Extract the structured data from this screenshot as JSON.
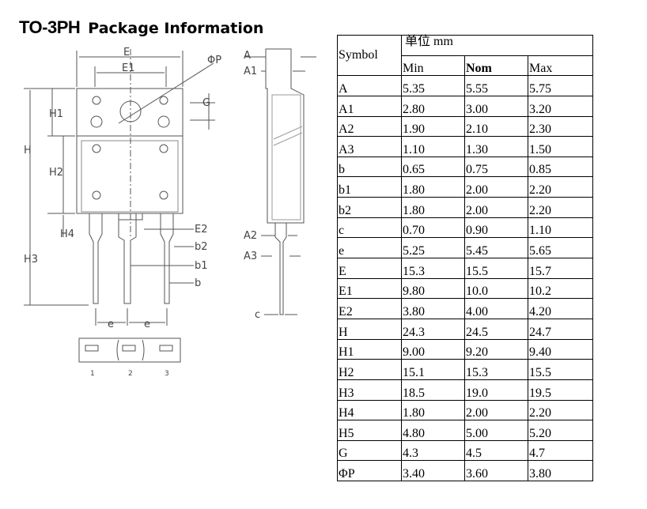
{
  "title": {
    "package": "TO-3PH",
    "heading": "Package Information"
  },
  "drawing": {
    "front_labels": [
      "E",
      "E1",
      "ΦP",
      "G",
      "H1",
      "H",
      "H2",
      "H4",
      "H3",
      "E2",
      "b2",
      "b1",
      "b",
      "e",
      "e"
    ],
    "side_labels": [
      "A",
      "A1",
      "A2",
      "A3",
      "c"
    ],
    "pin_numbers": [
      "1",
      "2",
      "3"
    ]
  },
  "table": {
    "symbol_header": "Symbol",
    "unit_header": "单位  mm",
    "columns": [
      "Min",
      "Nom",
      "Max"
    ],
    "rows": [
      {
        "symbol": "A",
        "min": "5.35",
        "nom": "5.55",
        "max": "5.75"
      },
      {
        "symbol": "A1",
        "min": "2.80",
        "nom": "3.00",
        "max": "3.20"
      },
      {
        "symbol": "A2",
        "min": "1.90",
        "nom": "2.10",
        "max": "2.30"
      },
      {
        "symbol": "A3",
        "min": "1.10",
        "nom": "1.30",
        "max": "1.50"
      },
      {
        "symbol": "b",
        "min": "0.65",
        "nom": "0.75",
        "max": "0.85"
      },
      {
        "symbol": "b1",
        "min": "1.80",
        "nom": "2.00",
        "max": "2.20"
      },
      {
        "symbol": "b2",
        "min": "1.80",
        "nom": "2.00",
        "max": "2.20"
      },
      {
        "symbol": "c",
        "min": "0.70",
        "nom": "0.90",
        "max": "1.10"
      },
      {
        "symbol": "e",
        "min": "5.25",
        "nom": "5.45",
        "max": "5.65"
      },
      {
        "symbol": "E",
        "min": "15.3",
        "nom": "15.5",
        "max": "15.7"
      },
      {
        "symbol": "E1",
        "min": "9.80",
        "nom": "10.0",
        "max": "10.2"
      },
      {
        "symbol": "E2",
        "min": "3.80",
        "nom": "4.00",
        "max": "4.20"
      },
      {
        "symbol": "H",
        "min": "24.3",
        "nom": "24.5",
        "max": "24.7"
      },
      {
        "symbol": "H1",
        "min": "9.00",
        "nom": "9.20",
        "max": "9.40"
      },
      {
        "symbol": "H2",
        "min": "15.1",
        "nom": "15.3",
        "max": "15.5"
      },
      {
        "symbol": "H3",
        "min": "18.5",
        "nom": "19.0",
        "max": "19.5"
      },
      {
        "symbol": "H4",
        "min": "1.80",
        "nom": "2.00",
        "max": "2.20"
      },
      {
        "symbol": "H5",
        "min": "4.80",
        "nom": "5.00",
        "max": "5.20"
      },
      {
        "symbol": "G",
        "min": "4.3",
        "nom": "4.5",
        "max": "4.7"
      },
      {
        "symbol": "ΦP",
        "min": "3.40",
        "nom": "3.60",
        "max": "3.80"
      }
    ]
  }
}
